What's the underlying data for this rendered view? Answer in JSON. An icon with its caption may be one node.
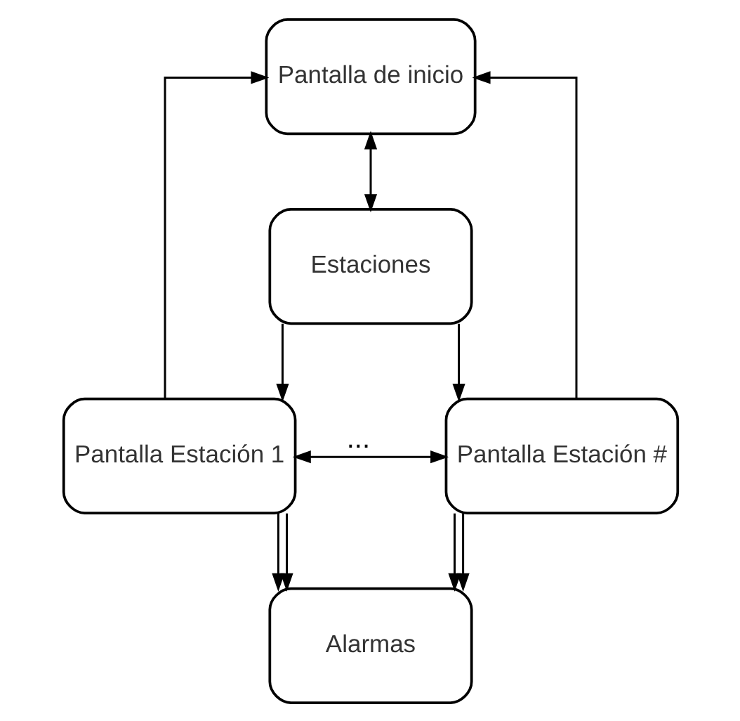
{
  "diagram": {
    "nodes": [
      {
        "text": [
          "Pantalla de inicio"
        ]
      },
      {
        "text": [
          "Estaciones"
        ]
      },
      {
        "text": [
          "Pantalla Estación 1"
        ]
      },
      {
        "text": [
          "Pantalla Estación #"
        ]
      },
      {
        "text": [
          "Alarmas"
        ]
      }
    ],
    "edges": [
      {
        "from": 0,
        "to": 1,
        "arrow": "both"
      },
      {
        "from": 1,
        "to": 2,
        "arrow": "to"
      },
      {
        "from": 1,
        "to": 3,
        "arrow": "to"
      },
      {
        "from": 2,
        "to": 3,
        "arrow": "both",
        "label": "..."
      },
      {
        "from": 2,
        "to": 4,
        "arrow": "to"
      },
      {
        "from": 3,
        "to": 4,
        "arrow": "to"
      },
      {
        "from": 2,
        "to": 0,
        "arrow": "to"
      },
      {
        "from": 2,
        "to": 4,
        "arrow": "to"
      },
      {
        "from": 3,
        "to": 0,
        "arrow": "to"
      },
      {
        "from": 3,
        "to": 4,
        "arrow": "to"
      }
    ]
  }
}
